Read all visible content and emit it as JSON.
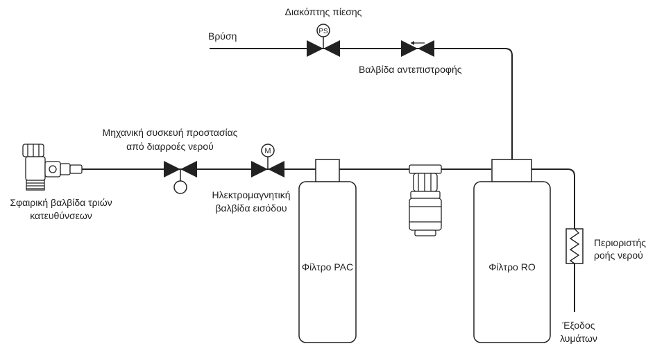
{
  "labels": {
    "pressure_switch": "Διακόπτης πίεσης",
    "pressure_switch_symbol": "PS",
    "tap": "Βρύση",
    "check_valve": "Βαλβίδα αντεπιστροφής",
    "leak_protection_line1": "Μηχανική συσκευή προστασίας",
    "leak_protection_line2": "από διαρροές νερού",
    "solenoid_symbol": "M",
    "solenoid_line1": "Ηλεκτρομαγνητική",
    "solenoid_line2": "βαλβίδα εισόδου",
    "ball_valve_line1": "Σφαιρική βαλβίδα τριών",
    "ball_valve_line2": "κατευθύνσεων",
    "pac_filter": "Φίλτρο PAC",
    "ro_filter": "Φίλτρο RO",
    "flow_restrictor_line1": "Περιοριστής",
    "flow_restrictor_line2": "ροής νερού",
    "drain_line1": "Έξοδος",
    "drain_line2": "λυμάτων"
  }
}
